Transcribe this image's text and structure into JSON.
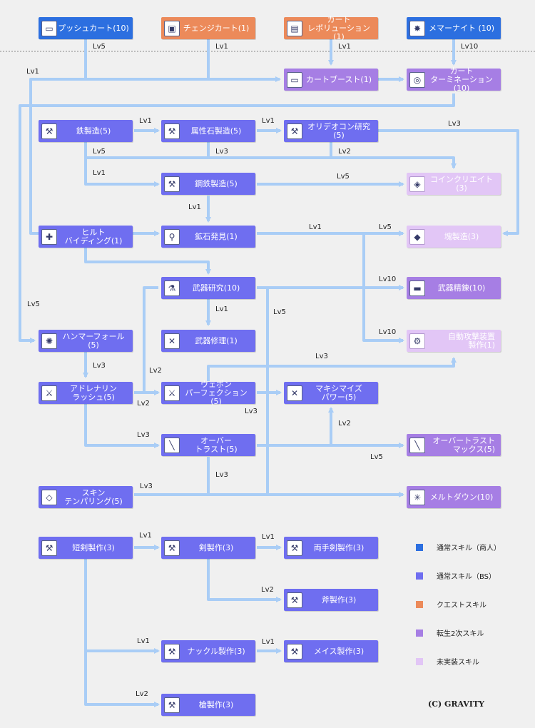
{
  "colors": {
    "merchant": "#2c6fe0",
    "bs": "#6f6ef0",
    "quest": "#ec8a5a",
    "trans": "#a67ee4",
    "unimplemented": "#e2c6f6",
    "line": "#a9cdf6"
  },
  "nodes": {
    "push_cart": "プッシュカート(10)",
    "change_cart": "チェンジカート(1)",
    "cart_revolution": "カート\nレボリューション(1)",
    "mammonite": "メマーナイト (10)",
    "cart_boost": "カートブースト(1)",
    "cart_termination": "カート\nターミネーション(10)",
    "iron_tempering": "鉄製造(5)",
    "enchantstone_craft": "属性石製造(5)",
    "oridecon_research": "オリデオコン研究(5)",
    "steel_tempering": "鋼鉄製造(5)",
    "coin_craft": "コインクリエイト(3)",
    "hilt_binding": "ヒルト\nバイディング(1)",
    "ore_discovery": "鉱石発見(1)",
    "nugget_craft": "塊製造(3)",
    "weapon_research": "武器研究(10)",
    "weapon_refine": "武器精錬(10)",
    "weapon_repair": "武器修理(1)",
    "auto_attack_device": "自動攻撃装置\n製作(1)",
    "hammer_fall": "ハンマーフォール(5)",
    "adrenaline_rush": "アドレナリン\nラッシュ(5)",
    "weapon_perfection": "ウェポン\nパーフェクション(5)",
    "maximize_power": "マキシマイズ\nパワー(5)",
    "over_thrust": "オーバー\nトラスト(5)",
    "over_thrust_max": "オーバートラスト\nマックス(5)",
    "skin_tempering": "スキン\nテンパリング(5)",
    "meltdown": "メルトダウン(10)",
    "dagger_craft": "短剣製作(3)",
    "sword_craft": "剣製作(3)",
    "two_hand_sword_craft": "両手剣製作(3)",
    "axe_craft": "斧製作(3)",
    "knuckle_craft": "ナックル製作(3)",
    "mace_craft": "メイス製作(3)",
    "spear_craft": "槍製作(3)"
  },
  "levels": {
    "push_cart_down": "Lv5",
    "change_cart_down": "Lv1",
    "cart_revolution_down": "Lv1",
    "mammonite_down": "Lv10",
    "left_lv1": "Lv1",
    "left_lv5": "Lv5",
    "iron_to_enchant": "Lv1",
    "enchant_to_oridecon": "Lv1",
    "oridecon_to_nugget": "Lv3",
    "iron_lv5": "Lv5",
    "enchant_lv3": "Lv3",
    "oridecon_lv2": "Lv2",
    "iron_to_steel": "Lv1",
    "steel_to_coin": "Lv5",
    "steel_to_ore": "Lv1",
    "ore_to_nugget": "Lv1",
    "to_nugget_lv5": "Lv5",
    "to_refine_lv10": "Lv10",
    "to_auto_lv10": "Lv10",
    "research_to_repair": "Lv1",
    "research_lv5": "Lv5",
    "hammer_to_adrenaline": "Lv3",
    "lv2_upper": "Lv2",
    "lv2_lower": "Lv2",
    "perfection_to_auto": "Lv3",
    "perfection_lv3": "Lv3",
    "adrenaline_to_overthrust": "Lv3",
    "overthrust_to_maximize": "Lv2",
    "overthrust_to_max": "Lv5",
    "overthrust_lv3": "Lv3",
    "skin_lv3": "Lv3",
    "dagger_to_sword": "Lv1",
    "sword_to_two_hand": "Lv1",
    "sword_to_axe": "Lv2",
    "dagger_to_knuckle": "Lv1",
    "knuckle_to_mace": "Lv1",
    "dagger_to_spear": "Lv2"
  },
  "legend": [
    {
      "label": "通常スキル（商人）",
      "color": "#2c6fe0"
    },
    {
      "label": "通常スキル（BS）",
      "color": "#6f6ef0"
    },
    {
      "label": "クエストスキル",
      "color": "#ec8a5a"
    },
    {
      "label": "転生2次スキル",
      "color": "#a67ee4"
    },
    {
      "label": "未実装スキル",
      "color": "#e2c6f6"
    }
  ],
  "copyright": "(C) GRAVITY"
}
